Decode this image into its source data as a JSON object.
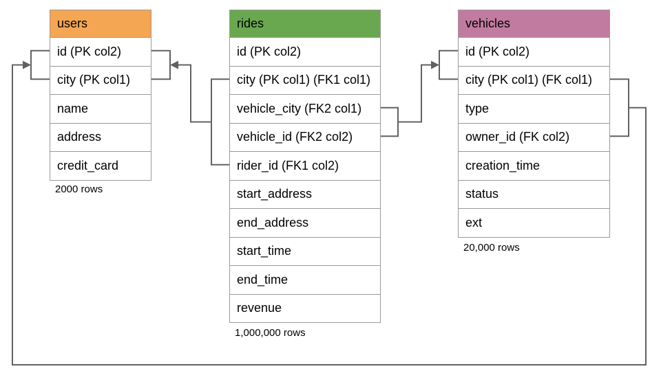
{
  "diagram": {
    "colors": {
      "users_header": "#F4A652",
      "rides_header": "#6AA84F",
      "vehicles_header": "#C27BA0",
      "table_border": "#999999",
      "relationship_line": "#616161"
    },
    "tables": [
      {
        "name": "users",
        "columns": [
          "id (PK col2)",
          "city (PK col1)",
          "name",
          "address",
          "credit_card"
        ],
        "row_count": "2000 rows"
      },
      {
        "name": "rides",
        "columns": [
          "id (PK col2)",
          "city (PK col1) (FK1 col1)",
          "vehicle_city (FK2 col1)",
          "vehicle_id (FK2 col2)",
          "rider_id (FK1 col2)",
          "start_address",
          "end_address",
          "start_time",
          "end_time",
          "revenue"
        ],
        "row_count": "1,000,000 rows"
      },
      {
        "name": "vehicles",
        "columns": [
          "id (PK col2)",
          "city (PK col1) (FK col1)",
          "type",
          "owner_id (FK col2)",
          "creation_time",
          "status",
          "ext"
        ],
        "row_count": "20,000 rows"
      }
    ],
    "relationships": [
      {
        "name": "FK1",
        "from_table": "rides",
        "from_columns": [
          "city (PK col1) (FK1 col1)",
          "rider_id (FK1 col2)"
        ],
        "to_table": "users",
        "to_columns": [
          "id (PK col2)",
          "city (PK col1)"
        ]
      },
      {
        "name": "FK2",
        "from_table": "rides",
        "from_columns": [
          "vehicle_city (FK2 col1)",
          "vehicle_id (FK2 col2)"
        ],
        "to_table": "vehicles",
        "to_columns": [
          "id (PK col2)",
          "city (PK col1) (FK col1)"
        ]
      },
      {
        "name": "FK",
        "from_table": "vehicles",
        "from_columns": [
          "city (PK col1) (FK col1)",
          "owner_id (FK col2)"
        ],
        "to_table": "users",
        "to_columns": [
          "id (PK col2)",
          "city (PK col1)"
        ]
      }
    ]
  }
}
